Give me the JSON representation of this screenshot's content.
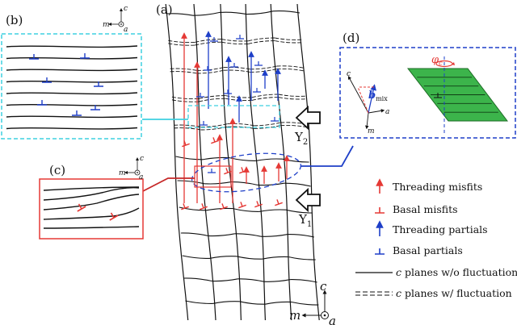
{
  "panels": {
    "a": "(a)",
    "b": "(b)",
    "c": "(c)",
    "d": "(d)"
  },
  "axes": {
    "c": "c",
    "m": "m",
    "a": "a"
  },
  "markers": {
    "y1": "Y",
    "y1_sub": "1",
    "y2": "Y",
    "y2_sub": "2"
  },
  "panel_d": {
    "angle_symbol": "φ",
    "angle_subscript": "c",
    "burgers_symbol": "b",
    "burgers_subscript": "mix"
  },
  "legend": [
    {
      "label": "Threading misfits",
      "color": "#e53935"
    },
    {
      "label": "Basal misfits",
      "color": "#e53935"
    },
    {
      "label": "Threading partials",
      "color": "#1e3fc8"
    },
    {
      "label": "Basal partials",
      "color": "#1e3fc8"
    },
    {
      "prefix": "c",
      "label": " planes w/o fluctuation",
      "color": "#111111"
    },
    {
      "prefix": "c",
      "label": " planes w/ fluctuation",
      "color": "#111111"
    }
  ],
  "colors": {
    "red": "#e53935",
    "blue": "#1e3fc8",
    "cyan": "#3fd0e0",
    "green": "#3cb44b",
    "dark_green": "#1d6b25",
    "black": "#111111"
  }
}
